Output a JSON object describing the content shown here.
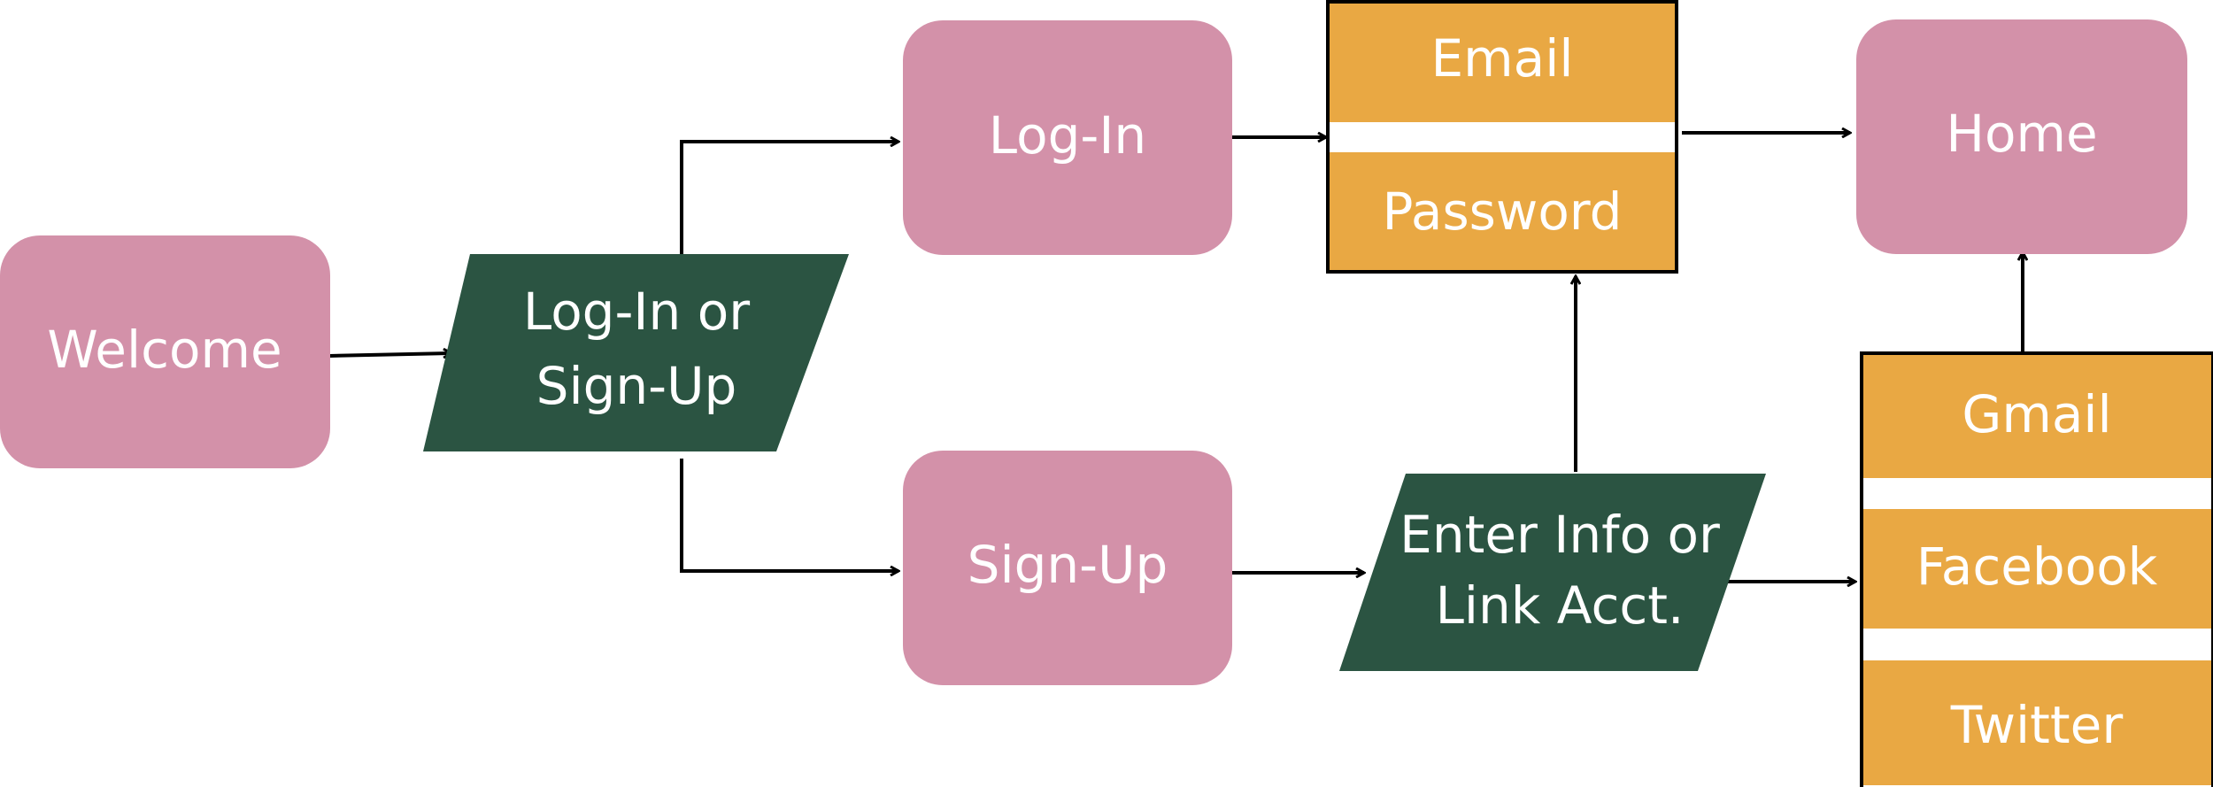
{
  "colors": {
    "pink": "#d391a9",
    "green": "#2b5442",
    "orange": "#e9a843",
    "arrow": "#000000",
    "text": "#ffffff"
  },
  "nodes": {
    "welcome": "Welcome",
    "login_or_signup": [
      "Log-In or",
      "Sign-Up"
    ],
    "login": "Log-In",
    "signup": "Sign-Up",
    "email": "Email",
    "password": "Password",
    "enter_info": [
      "Enter Info or",
      "Link Acct."
    ],
    "home": "Home",
    "gmail": "Gmail",
    "facebook": "Facebook",
    "twitter": "Twitter"
  }
}
